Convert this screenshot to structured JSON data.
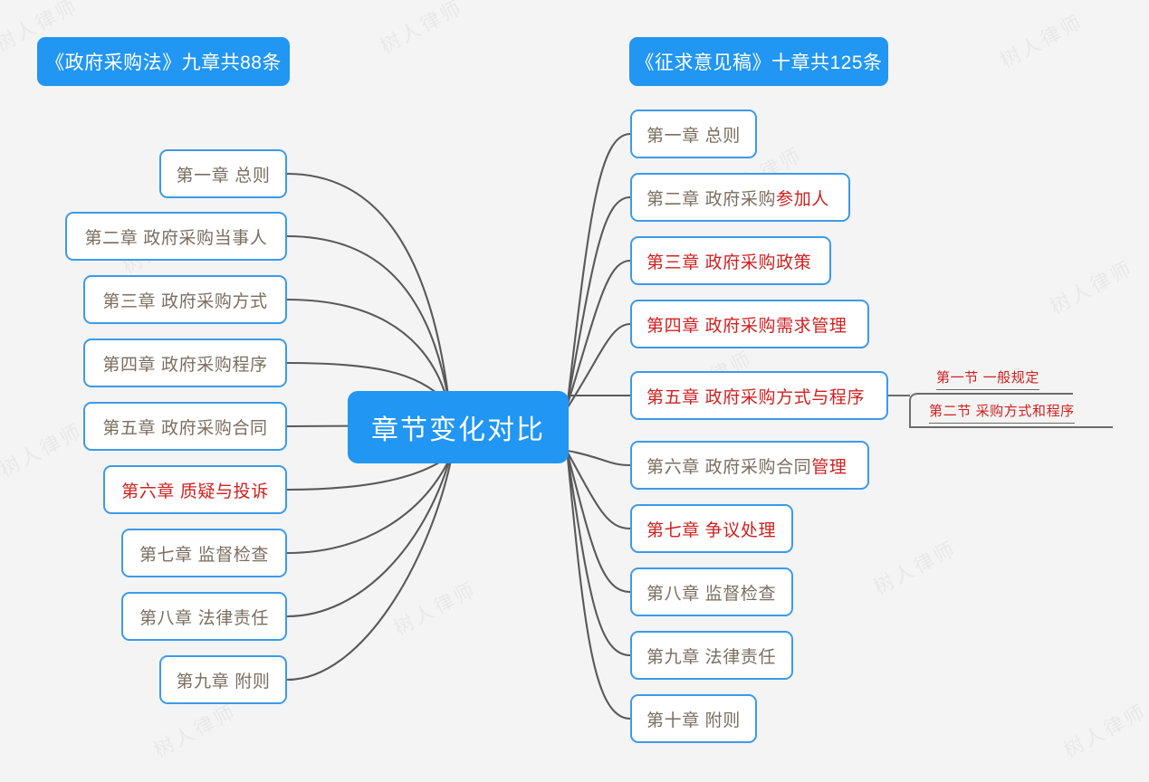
{
  "background_color": "#f4f4f4",
  "accent_color": "#2196f3",
  "border_color": "#3d9ae8",
  "text_color": "#7a6e60",
  "highlight_color": "#d02020",
  "watermark": {
    "text": "树人律师"
  },
  "headers": {
    "left": {
      "label": "《政府采购法》九章共88条"
    },
    "right": {
      "label": "《征求意见稿》十章共125条"
    }
  },
  "center": {
    "label": "章节变化对比"
  },
  "left_chapters": [
    {
      "label": "第一章 总则",
      "highlight": false
    },
    {
      "label": "第二章 政府采购当事人",
      "highlight": false
    },
    {
      "label": "第三章 政府采购方式",
      "highlight": false
    },
    {
      "label": "第四章 政府采购程序",
      "highlight": false
    },
    {
      "label": "第五章 政府采购合同",
      "highlight": false
    },
    {
      "label": "第六章 质疑与投诉",
      "highlight": true
    },
    {
      "label": "第七章 监督检查",
      "highlight": false
    },
    {
      "label": "第八章 法律责任",
      "highlight": false
    },
    {
      "label": "第九章 附则",
      "highlight": false
    }
  ],
  "right_chapters": [
    {
      "plain": "第一章 总则",
      "red": "",
      "all_red": false
    },
    {
      "plain": "第二章 政府采购",
      "red": "参加人",
      "all_red": false
    },
    {
      "plain": "第三章 政府采购政策",
      "red": "",
      "all_red": true
    },
    {
      "plain": "第四章 政府采购需求管理",
      "red": "",
      "all_red": true
    },
    {
      "plain": "第五章 政府采购方式与程序",
      "red": "",
      "all_red": true
    },
    {
      "plain": "第六章 政府采购合同",
      "red": "管理",
      "all_red": false
    },
    {
      "plain": "第七章 争议处理",
      "red": "",
      "all_red": true
    },
    {
      "plain": "第八章 监督检查",
      "red": "",
      "all_red": false
    },
    {
      "plain": "第九章 法律责任",
      "red": "",
      "all_red": false
    },
    {
      "plain": "第十章 附则",
      "red": "",
      "all_red": false
    }
  ],
  "sub_nodes": [
    {
      "label": "第一节 一般规定"
    },
    {
      "label": "第二节 采购方式和程序"
    }
  ]
}
